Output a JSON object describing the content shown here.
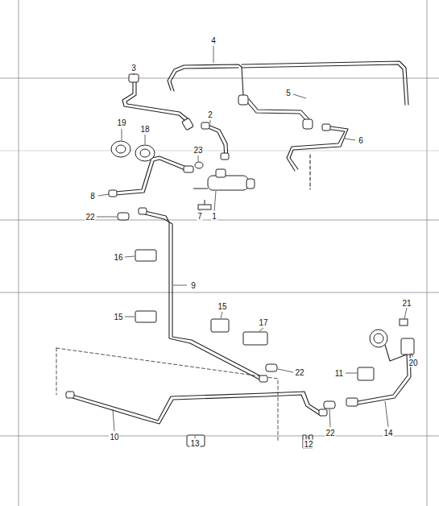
{
  "diagram": {
    "labels": [
      "4",
      "3",
      "5",
      "2",
      "19",
      "18",
      "6",
      "23",
      "8",
      "7",
      "1",
      "22",
      "16",
      "9",
      "15",
      "21",
      "15",
      "17",
      "20",
      "22",
      "11",
      "22",
      "10",
      "13",
      "12",
      "14"
    ]
  }
}
